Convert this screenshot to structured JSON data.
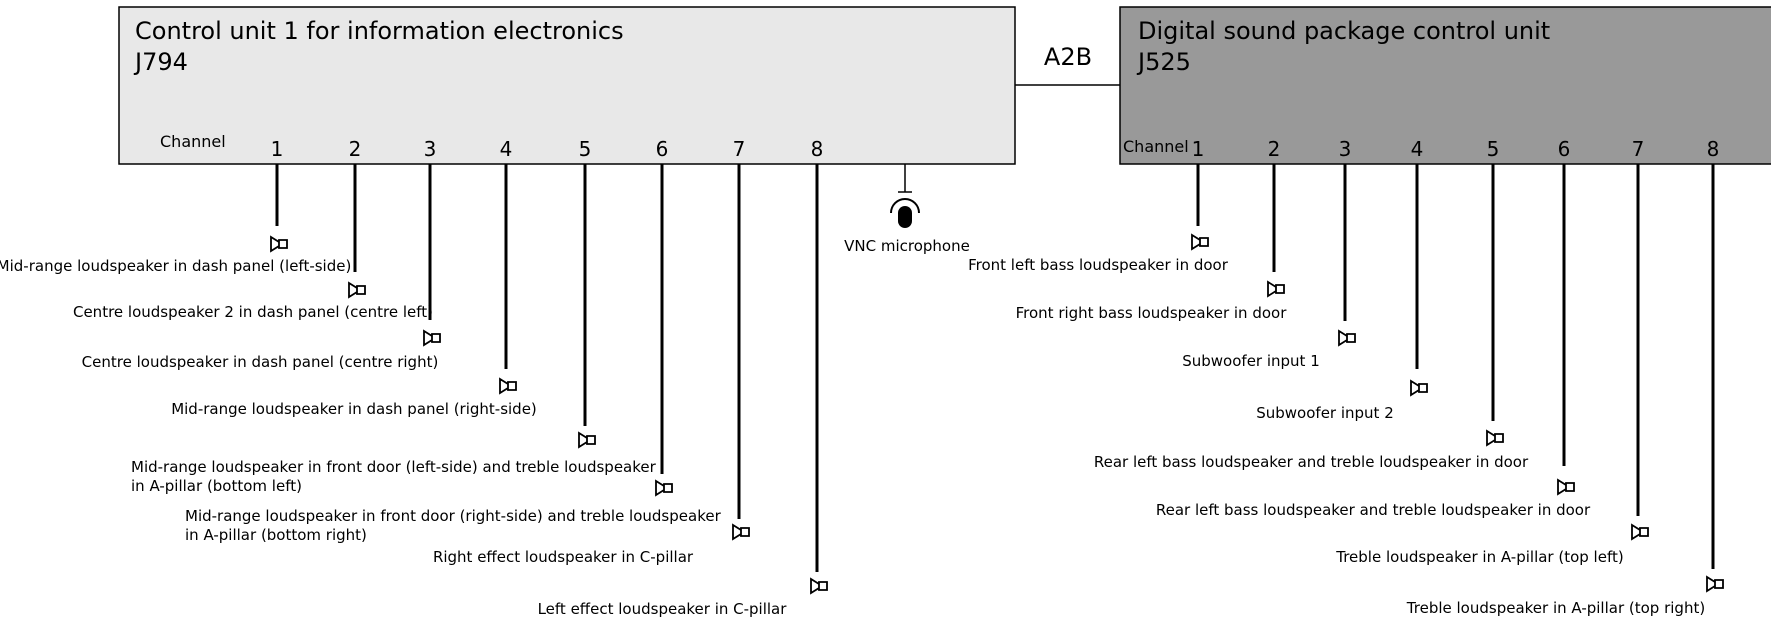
{
  "left_unit": {
    "title": "Control unit 1 for information electronics",
    "code": "J794",
    "fill": "#e8e8e8",
    "channel_label": "Channel",
    "channels": [
      {
        "num": "1",
        "label": [
          "Mid-range loudspeaker in dash panel (left-side)"
        ]
      },
      {
        "num": "2",
        "label": [
          "Centre loudspeaker 2 in dash panel (centre left)"
        ]
      },
      {
        "num": "3",
        "label": [
          "Centre loudspeaker in dash panel (centre right)"
        ]
      },
      {
        "num": "4",
        "label": [
          "Mid-range loudspeaker in dash panel (right-side)"
        ]
      },
      {
        "num": "5",
        "label": [
          "Mid-range loudspeaker in front door (left-side) and treble loudspeaker",
          "in A-pillar (bottom left)"
        ]
      },
      {
        "num": "6",
        "label": [
          "Mid-range loudspeaker in front door (right-side) and treble loudspeaker",
          "in A-pillar (bottom right)"
        ]
      },
      {
        "num": "7",
        "label": [
          "Right effect loudspeaker in C-pillar"
        ]
      },
      {
        "num": "8",
        "label": [
          "Left effect loudspeaker in C-pillar"
        ]
      }
    ],
    "microphone_label": "VNC microphone"
  },
  "bus_label": "A2B",
  "right_unit": {
    "title": "Digital sound package control unit",
    "code": "J525",
    "fill": "#999999",
    "channel_label": "Channel",
    "channels": [
      {
        "num": "1",
        "label": [
          "Front left bass loudspeaker in door"
        ]
      },
      {
        "num": "2",
        "label": [
          "Front right bass loudspeaker in door"
        ]
      },
      {
        "num": "3",
        "label": [
          "Subwoofer input 1"
        ]
      },
      {
        "num": "4",
        "label": [
          "Subwoofer input 2"
        ]
      },
      {
        "num": "5",
        "label": [
          "Rear left bass loudspeaker and treble loudspeaker in door"
        ]
      },
      {
        "num": "6",
        "label": [
          "Rear left bass loudspeaker and treble loudspeaker in door"
        ]
      },
      {
        "num": "7",
        "label": [
          "Treble loudspeaker in A-pillar (top left)"
        ]
      },
      {
        "num": "8",
        "label": [
          "Treble loudspeaker in A-pillar (top right)"
        ]
      }
    ]
  }
}
